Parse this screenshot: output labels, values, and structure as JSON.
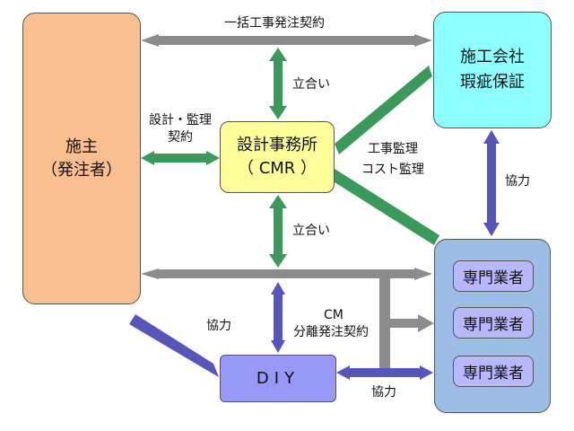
{
  "colors": {
    "gray_arrow": "#8c8c8c",
    "green_arrow": "#3a9a5a",
    "blue_arrow": "#5555bb",
    "owner_fill": "#f9bf8f",
    "contractor_fill": "#8dffff",
    "cmr_fill": "#ffff99",
    "trades_fill": "#9dbde4",
    "trade_fill": "#b8b8ff",
    "diy_fill": "#9898f6"
  },
  "nodes": {
    "owner": {
      "line1": "施主",
      "line2": "（発注者）"
    },
    "contractor": {
      "line1": "施工会社",
      "line2": "瑕疵保証"
    },
    "cmr": {
      "line1": "設計事務所",
      "line2": "（ CMR ）"
    },
    "trades": [
      "専門業者",
      "専門業者",
      "専門業者"
    ],
    "diy": "DIY"
  },
  "labels": {
    "lump_sum_contract": "一括工事発注契約",
    "attendance_top": "立合い",
    "design_supervision_1": "設計・監理",
    "design_supervision_2": "契約",
    "construction_supervision": "工事監理",
    "cost_supervision": "コスト監理",
    "cooperation_right": "協力",
    "attendance_bottom": "立合い",
    "cm": "CM",
    "separate_contract": "分離発注契約",
    "cooperation_left": "協力",
    "cooperation_bottom": "協力"
  }
}
